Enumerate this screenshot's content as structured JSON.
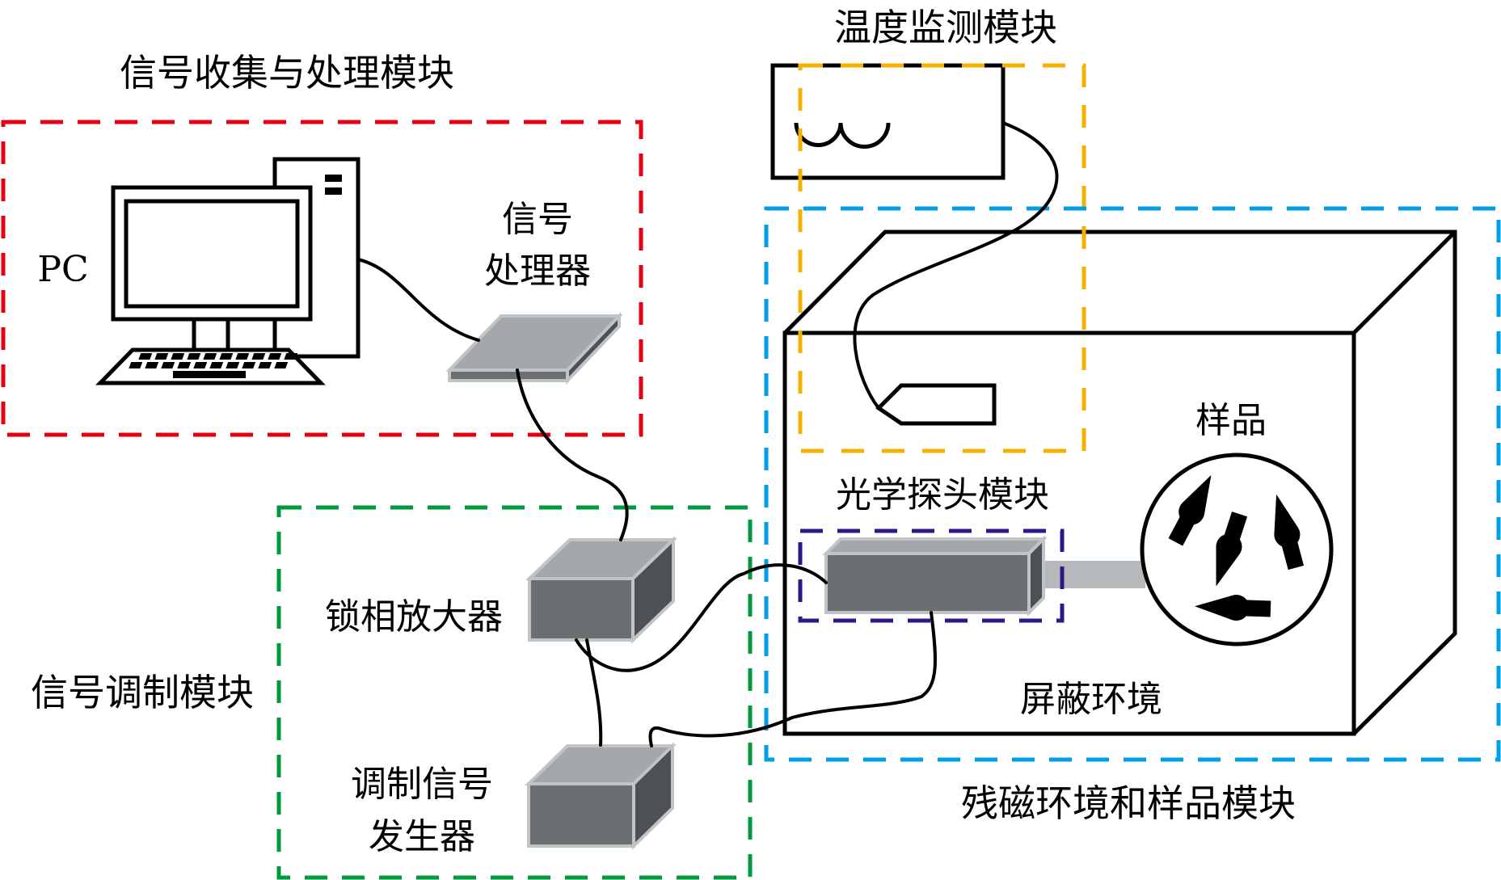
{
  "modules": {
    "signal_collection": {
      "title": "信号收集与处理模块",
      "color": "#e60012",
      "pc_label": "PC",
      "processor_label_line1": "信号",
      "processor_label_line2": "处理器"
    },
    "signal_modulation": {
      "title": "信号调制模块",
      "color": "#009a3e",
      "lockin_label": "锁相放大器",
      "generator_label_line1": "调制信号",
      "generator_label_line2": "发生器"
    },
    "temperature": {
      "title": "温度监测模块",
      "color": "#f5b000"
    },
    "optical_probe": {
      "title": "光学探头模块",
      "color": "#2e1a87"
    },
    "remanence_sample": {
      "title": "残磁环境和样品模块",
      "color": "#009fe3",
      "shield_label": "屏蔽环境",
      "sample_label": "样品"
    }
  },
  "device_colors": {
    "face_front": "#6a7072",
    "face_top": "#a3a8aa",
    "face_side": "#4c5254",
    "edge": "#c0c4c6",
    "rod": "#b5b9bb"
  }
}
